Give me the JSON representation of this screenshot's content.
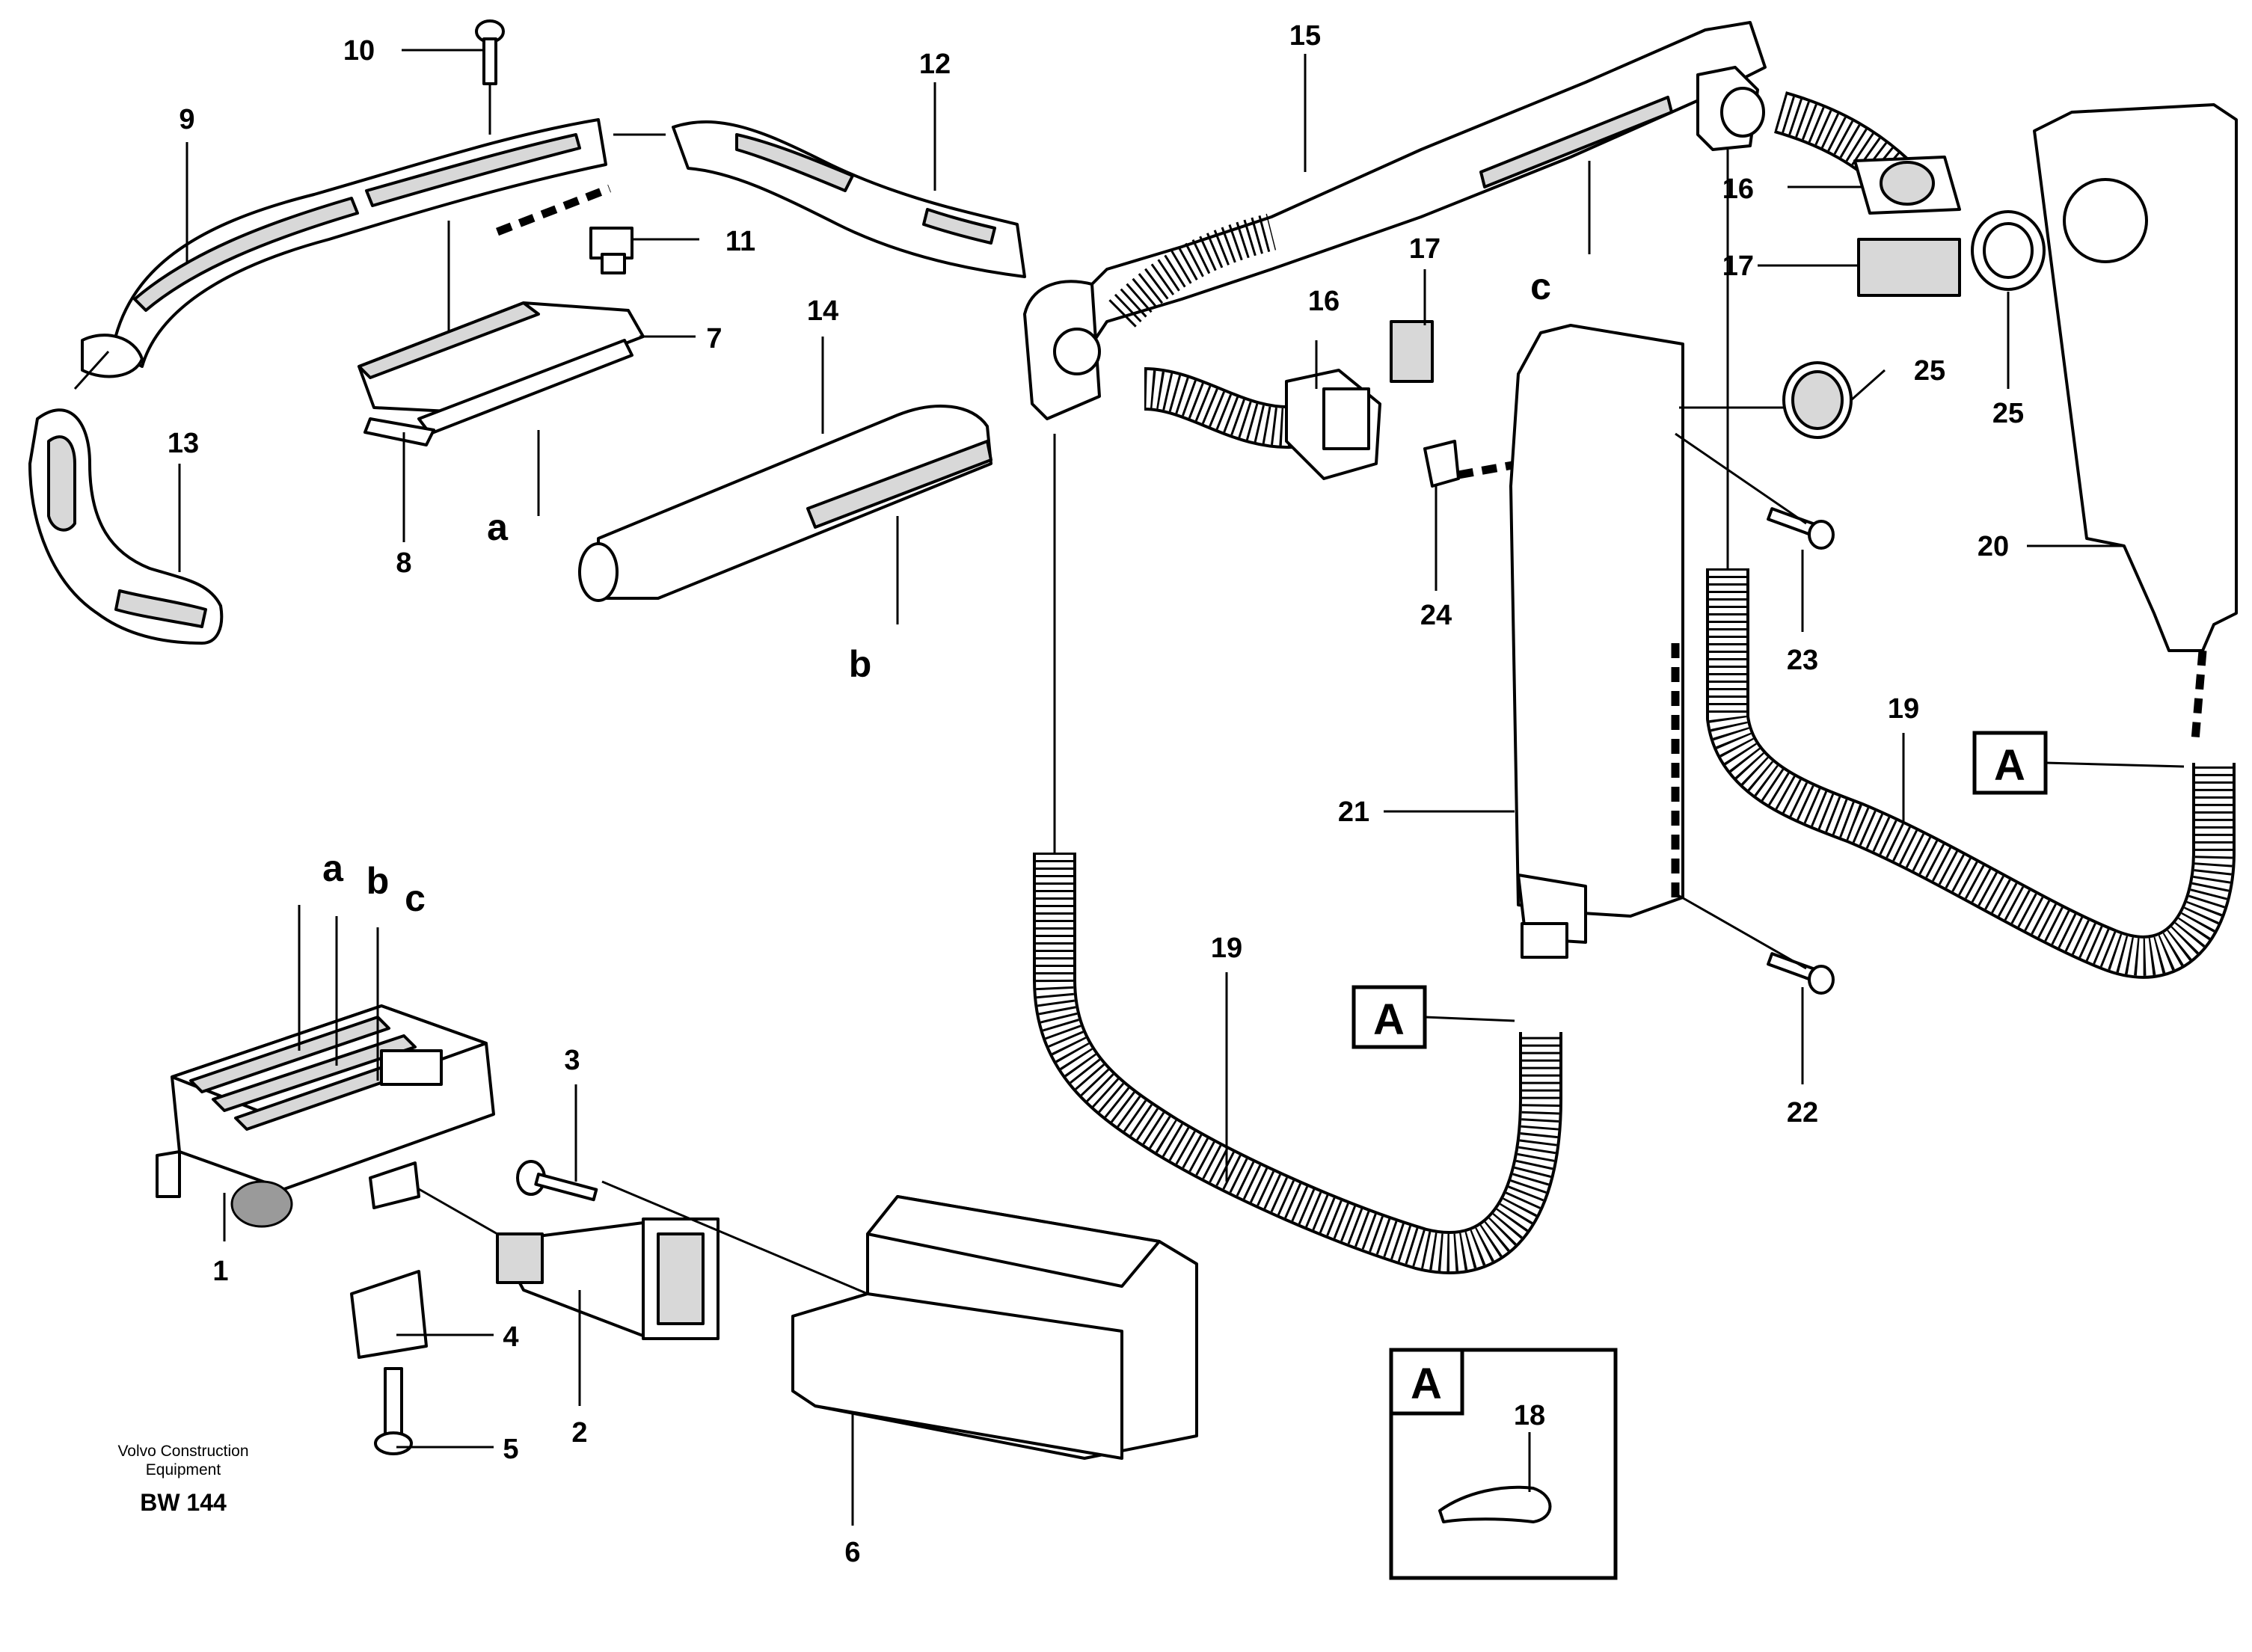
{
  "callouts": {
    "c1": "1",
    "c2": "2",
    "c3": "3",
    "c4": "4",
    "c5": "5",
    "c6": "6",
    "c7": "7",
    "c8": "8",
    "c9": "9",
    "c10": "10",
    "c11": "11",
    "c12": "12",
    "c13": "13",
    "c14": "14",
    "c15": "15",
    "c16a": "16",
    "c16b": "16",
    "c17a": "17",
    "c17b": "17",
    "c18": "18",
    "c19a": "19",
    "c19b": "19",
    "c20": "20",
    "c21": "21",
    "c22": "22",
    "c23": "23",
    "c24": "24",
    "c25a": "25",
    "c25b": "25"
  },
  "references": {
    "a_top": "a",
    "b_top": "b",
    "c_top": "c",
    "a_unit": "a",
    "b_unit": "b",
    "c_unit": "c"
  },
  "detail": {
    "tag_hose_left": "A",
    "tag_hose_right": "A",
    "tag_box": "A"
  },
  "footer": {
    "credit_line1": "Volvo Construction",
    "credit_line2": "Equipment",
    "drawing_code": "BW 144"
  }
}
